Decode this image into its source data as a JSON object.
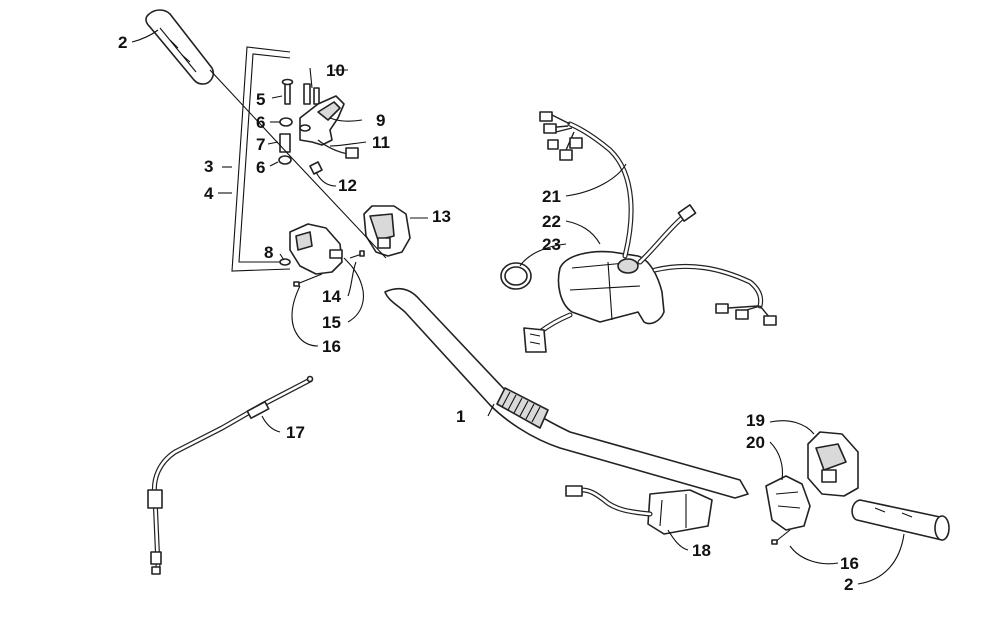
{
  "callouts": [
    {
      "id": "c2a",
      "text": "2"
    },
    {
      "id": "c10",
      "text": "10"
    },
    {
      "id": "c5",
      "text": "5"
    },
    {
      "id": "c9",
      "text": "9"
    },
    {
      "id": "c6a",
      "text": "6"
    },
    {
      "id": "c7",
      "text": "7"
    },
    {
      "id": "c11",
      "text": "11"
    },
    {
      "id": "c3",
      "text": "3"
    },
    {
      "id": "c6b",
      "text": "6"
    },
    {
      "id": "c12",
      "text": "12"
    },
    {
      "id": "c4",
      "text": "4"
    },
    {
      "id": "c13",
      "text": "13"
    },
    {
      "id": "c8",
      "text": "8"
    },
    {
      "id": "c14",
      "text": "14"
    },
    {
      "id": "c15",
      "text": "15"
    },
    {
      "id": "c16a",
      "text": "16"
    },
    {
      "id": "c21",
      "text": "21"
    },
    {
      "id": "c22",
      "text": "22"
    },
    {
      "id": "c23",
      "text": "23"
    },
    {
      "id": "c1",
      "text": "1"
    },
    {
      "id": "c17",
      "text": "17"
    },
    {
      "id": "c19",
      "text": "19"
    },
    {
      "id": "c20",
      "text": "20"
    },
    {
      "id": "c18",
      "text": "18"
    },
    {
      "id": "c16b",
      "text": "16"
    },
    {
      "id": "c2b",
      "text": "2"
    }
  ],
  "colors": {
    "line": "#222222",
    "fill": "#ffffff",
    "shade": "#d9d9d9",
    "text": "#111111"
  }
}
